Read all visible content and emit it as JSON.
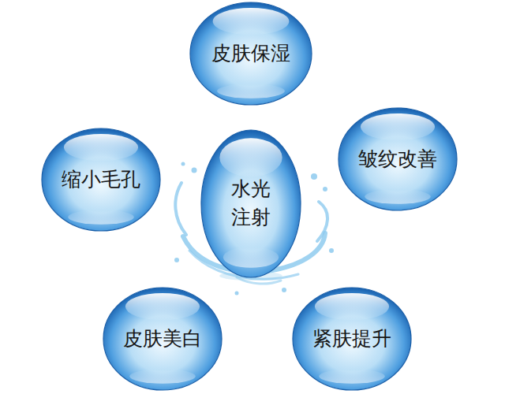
{
  "diagram": {
    "nodes": [
      {
        "text": [
          "皮肤保湿"
        ]
      },
      {
        "text": [
          "缩小毛孔"
        ]
      },
      {
        "text": [
          "皱纹改善"
        ]
      },
      {
        "text": [
          "水光 注射"
        ]
      },
      {
        "text": [
          "皮肤美白"
        ]
      },
      {
        "text": [
          "紧肤提升"
        ]
      }
    ]
  }
}
